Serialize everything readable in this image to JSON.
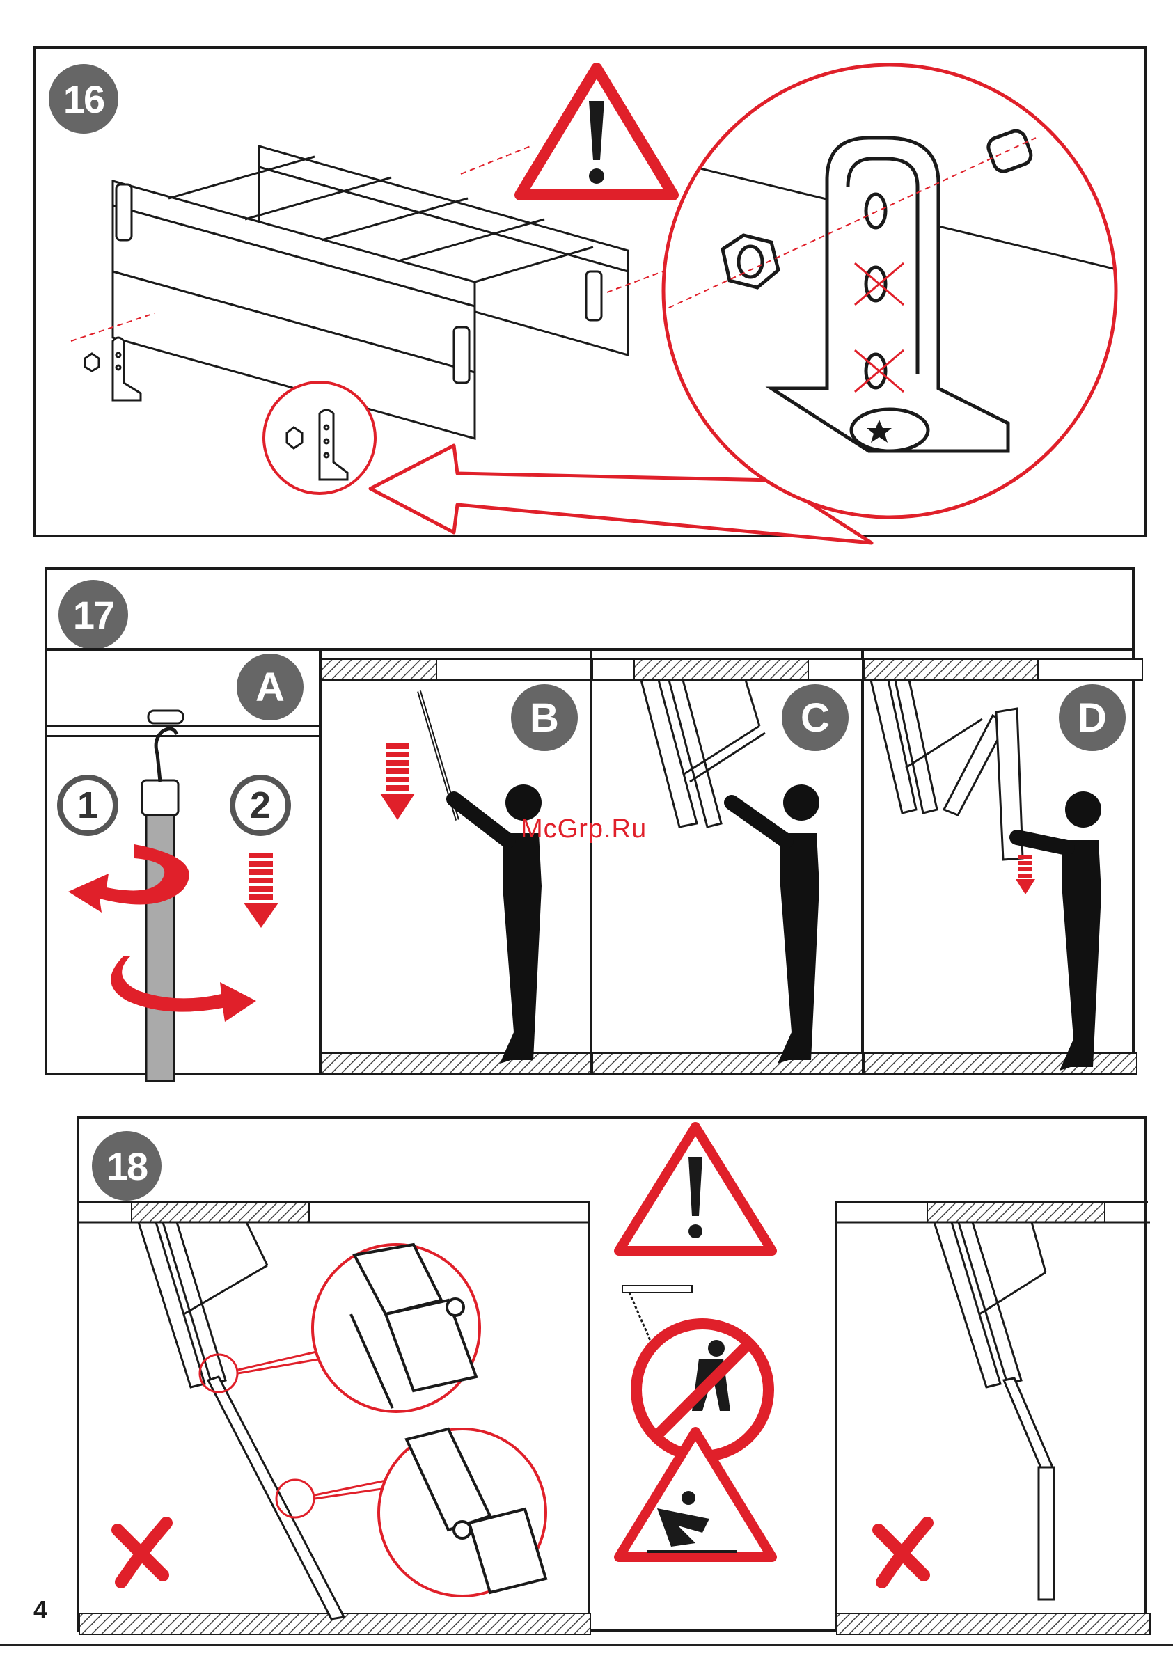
{
  "page": {
    "number": "4",
    "watermark": "McGrp.Ru"
  },
  "steps": [
    {
      "id": "16",
      "label": "16"
    },
    {
      "id": "17",
      "label": "17",
      "subpanels": [
        {
          "letter": "A",
          "steps": [
            "1",
            "2"
          ]
        },
        {
          "letter": "B"
        },
        {
          "letter": "C"
        },
        {
          "letter": "D"
        }
      ]
    },
    {
      "id": "18",
      "label": "18"
    }
  ],
  "colors": {
    "warning_red": "#e0202a",
    "badge_gray": "#666666",
    "ink": "#1a1a1a"
  }
}
